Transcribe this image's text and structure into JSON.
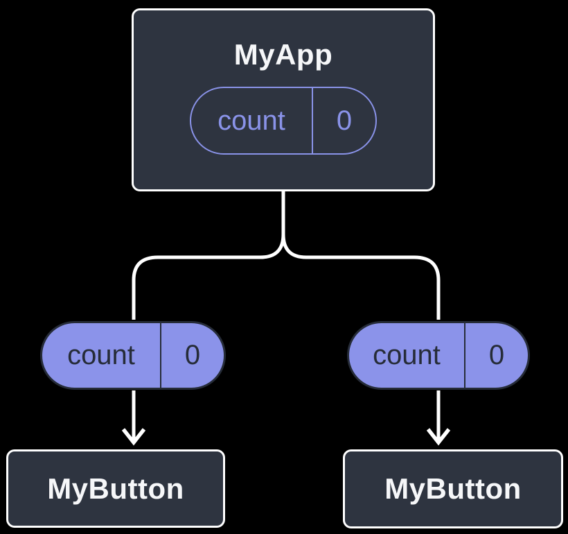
{
  "diagram": {
    "description": "Component tree diagram: parent component MyApp holds state 'count' and passes it as a prop to two MyButton children",
    "root": {
      "title": "MyApp",
      "state": {
        "name": "count",
        "value": "0"
      }
    },
    "props": [
      {
        "name": "count",
        "value": "0"
      },
      {
        "name": "count",
        "value": "0"
      }
    ],
    "children": [
      {
        "title": "MyButton"
      },
      {
        "title": "MyButton"
      }
    ],
    "icons": {
      "arrow_down": "v-chevron arrowhead on white connector line"
    },
    "colors": {
      "background": "#000000",
      "line": "#ffffff",
      "node_fill": "#2e3440",
      "node_border": "#ffffff",
      "node_text": "#f6f7f9",
      "pill_fill": "#8b93ea",
      "pill_dark": "#262c38",
      "accent_purple": "#8a93e9"
    }
  }
}
